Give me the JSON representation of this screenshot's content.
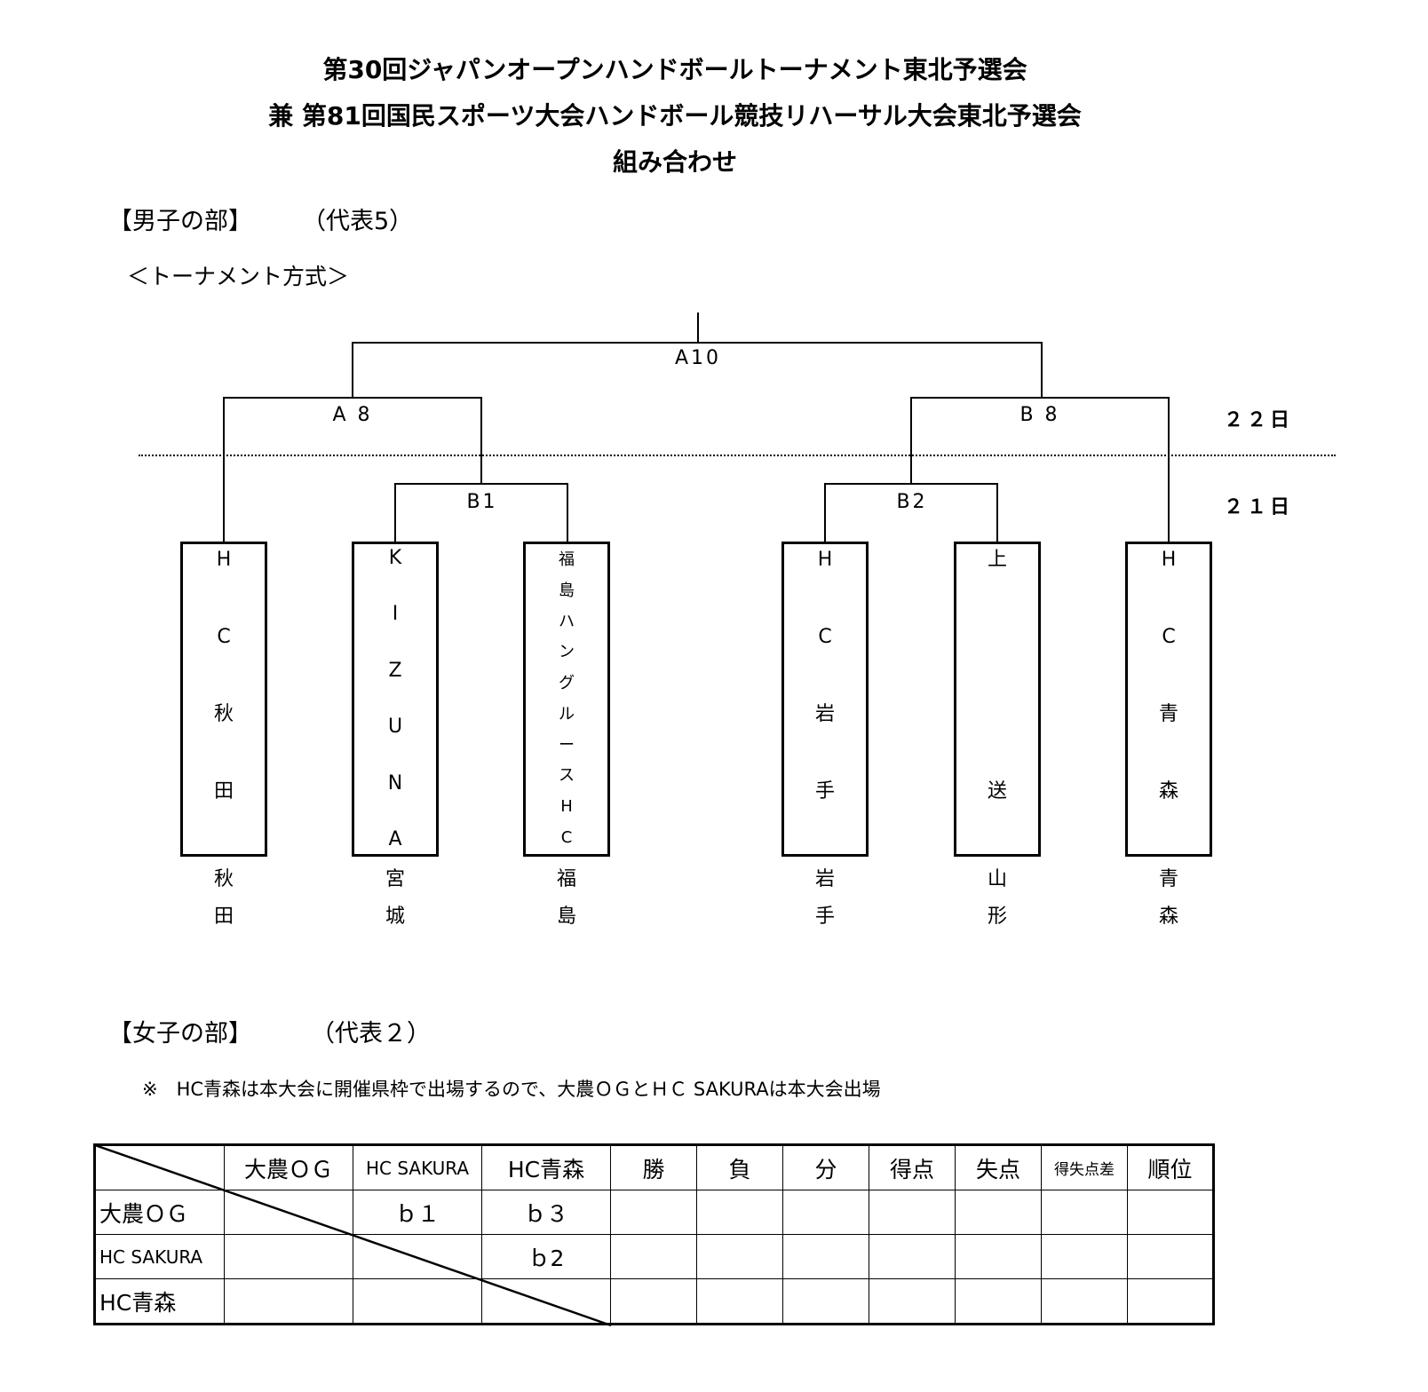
{
  "title": {
    "line1": "第30回ジャパンオープンハンドボールトーナメント東北予選会",
    "line2": "兼 第81回国民スポーツ大会ハンドボール競技リハーサル大会東北予選会",
    "line3": "組み合わせ"
  },
  "men": {
    "heading": "【男子の部】",
    "quota": "（代表5）",
    "format": "＜トーナメント方式＞",
    "matches": {
      "final": "A10",
      "semi_left": "A 8",
      "semi_right": "B 8",
      "r1_left": "B1",
      "r1_right": "B2"
    },
    "days": {
      "day22": "２２日",
      "day21": "２１日"
    },
    "teams": [
      {
        "chars": [
          "H",
          "C",
          "秋",
          "田"
        ],
        "pref": [
          "秋",
          "田"
        ]
      },
      {
        "chars": [
          "K",
          "I",
          "Z",
          "U",
          "N",
          "A"
        ],
        "pref": [
          "宮",
          "城"
        ]
      },
      {
        "chars": [
          "福",
          "島",
          "ハ",
          "ン",
          "グ",
          "ル",
          "ー",
          "ス",
          "H",
          "C"
        ],
        "pref": [
          "福",
          "島"
        ]
      },
      {
        "chars": [
          "H",
          "C",
          "岩",
          "手"
        ],
        "pref": [
          "岩",
          "手"
        ]
      },
      {
        "chars": [
          "上",
          "",
          "",
          "送"
        ],
        "pref": [
          "山",
          "形"
        ]
      },
      {
        "chars": [
          "H",
          "C",
          "青",
          "森"
        ],
        "pref": [
          "青",
          "森"
        ]
      }
    ]
  },
  "women": {
    "heading": "【女子の部】",
    "quota": "（代表２）",
    "note": "※　HC青森は本大会に開催県枠で出場するので、大農ＯＧとＨＣ SAKURAは本大会出場",
    "table": {
      "headers": [
        "大農ＯＧ",
        "HC SAKURA",
        "HC青森",
        "勝",
        "負",
        "分",
        "得点",
        "失点",
        "得失点差",
        "順位"
      ],
      "rows": [
        {
          "name": "大農ＯＧ",
          "cells": [
            "",
            "ｂ１",
            "ｂ３"
          ]
        },
        {
          "name": "HC SAKURA",
          "cells": [
            "",
            "",
            "ｂ2"
          ]
        },
        {
          "name": "HC青森",
          "cells": [
            "",
            "",
            ""
          ]
        }
      ]
    }
  }
}
